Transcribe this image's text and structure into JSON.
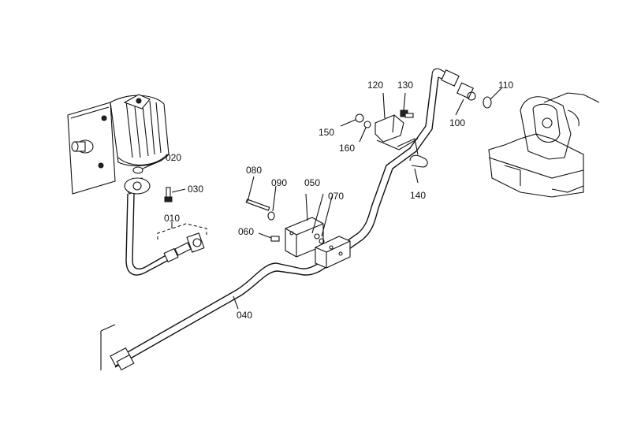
{
  "parts": {
    "p010": "010",
    "p020": "020",
    "p030": "030",
    "p040": "040",
    "p050": "050",
    "p060": "060",
    "p070": "070",
    "p080": "080",
    "p090": "090",
    "p100": "100",
    "p110": "110",
    "p120": "120",
    "p130": "130",
    "p140": "140",
    "p150": "150",
    "p160": "160"
  }
}
